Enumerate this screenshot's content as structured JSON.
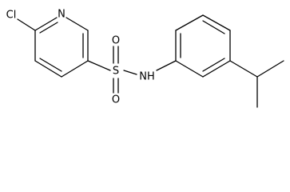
{
  "molecule": {
    "atoms": {
      "cl": "Cl",
      "n_ring": "N",
      "s": "S",
      "o_top": "O",
      "o_bottom": "O",
      "nh": "NH"
    },
    "colors": {
      "ink": "#000000",
      "background": "#ffffff"
    }
  }
}
